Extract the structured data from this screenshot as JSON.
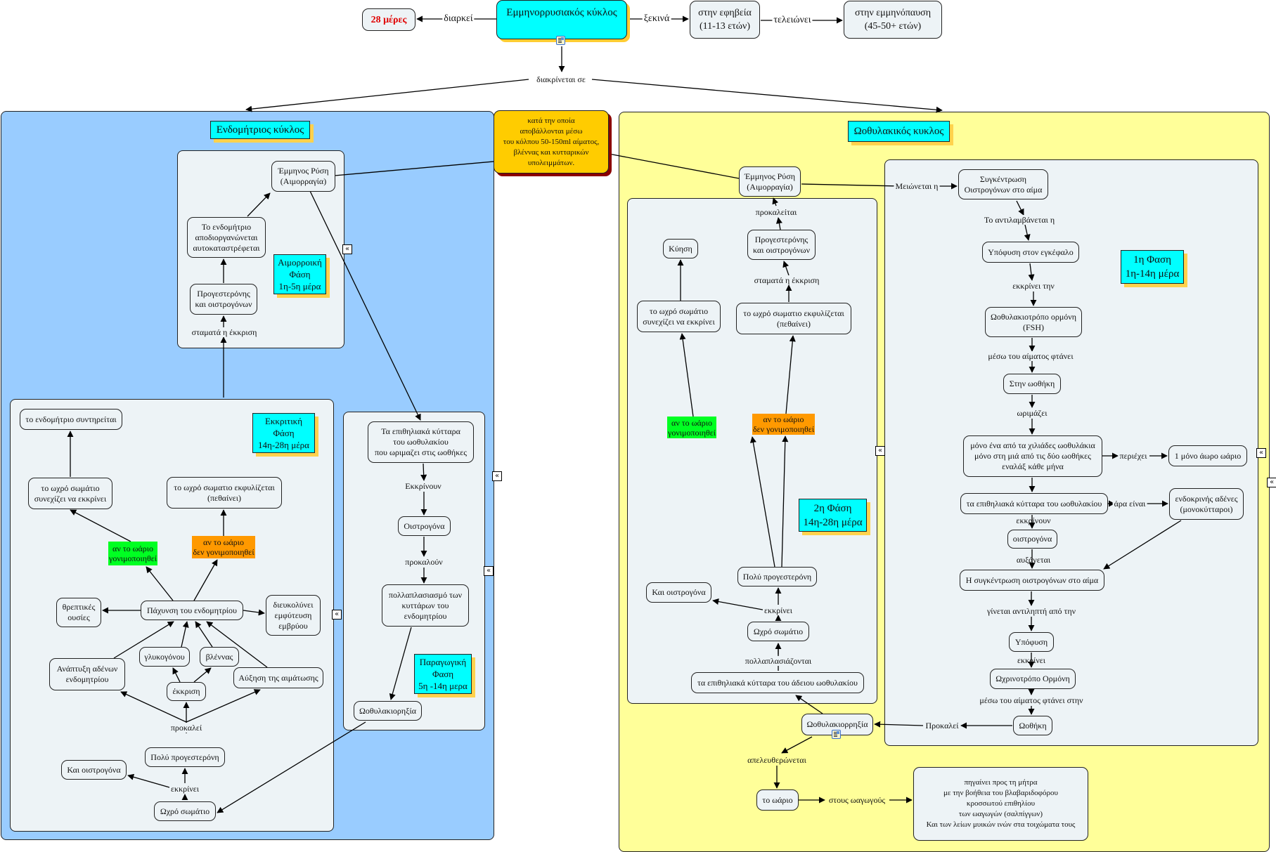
{
  "top": {
    "main_concept": "Εμμηνορρυσιακός κύκλος",
    "duration_link": "διαρκεί",
    "duration_value": "28 μέρες",
    "starts_link": "ξεκινά",
    "starts_value": "στην εφηβεία\n(11-13 ετών)",
    "ends_link": "τελειώνει",
    "ends_value": "στην εμμηνόπαυση\n(45-50+ ετών)",
    "divides_link": "διακρίνεται σε",
    "bleeding_note": "κατά την οποία\nαποβάλλονται μέσω\nτου κόλπου 50-150ml αίματος,\nβλέννας και κυτταρικών\nυπολειμμάτων."
  },
  "endometrial": {
    "title": "Ενδομήτριος κύκλος",
    "menstrual_phase": {
      "label": "Αιμορροική\nΦάση\n1η-5η μέρα",
      "menses": "Έμμηνος Ρύση\n(Αιμορραγία)",
      "breakdown": "Το ενδομήτριο\nαποδιοργανώνεται\nαυτοκαταστρέφεται",
      "hormones": "Προγεστερόνης\nκαι οιστρογόνων",
      "stops_link": "σταματά η έκκριση"
    },
    "secretory_phase": {
      "label": "Εκκριτική\nΦάση\n14η-28η μέρα",
      "maintained": "το ενδομήτριο συντηρείται",
      "cl_continues": "το ωχρό σωμάτιο\nσυνεχίζει να εκκρίνει",
      "cl_degenerates": "το ωχρό σωματιο εκφυλίζεται\n(πεθαίνει)",
      "if_fertilized": "αν το ωάριο\nγονιμοποιηθεί",
      "if_not_fertilized": "αν το ωάριο\nδεν γονιμοποιηθεί",
      "thickening": "Πάχυνση του ενδομητρίου",
      "nutrients": "θρεπτικές\nουσίες",
      "implantation": "διευκολύνει\nεμφύτευση\nεμβρύου",
      "glycogen": "γλυκογόνου",
      "mucus": "βλέννας",
      "gland_growth": "Ανάπτυξη αδένων\nενδομητρίου",
      "secretion": "έκκριση",
      "blood_supply": "Αύξηση της αιμάτωσης",
      "causes_link": "προκαλεί",
      "much_progesterone": "Πολύ προγεστερόνη",
      "and_estrogens": "Και οιστρογόνα",
      "secretes_link": "εκκρίνει",
      "corpus_luteum": "Ωχρό σωμάτιο"
    },
    "proliferative_phase": {
      "label": "Παραγωγική\nΦαση\n5η -14η μερα",
      "epithelial_cells": "Τα επιθηλιακά κύτταρα\nτου ωοθυλακίου\nπου ωριμαζει στις ωοθήκες",
      "secrete_link": "Εκκρίνουν",
      "estrogens": "Οιστρογόνα",
      "cause_link": "προκαλούν",
      "multiplication": "πολλαπλασιασμό των\nκυττάρων του\nενδομητρίου",
      "ovulation": "Ωοθυλακιορηξία"
    }
  },
  "follicular": {
    "title": "Ωοθυλακικός κυκλος",
    "menses": "Έμμηνος Ρύση\n(Αιμορραγία)",
    "decreases_link": "Μειώνεται η",
    "phase1": {
      "label": "1η Φαση\n1η-14η μέρα",
      "estrogen_conc": "Συγκέντρωση\nΟιστρογόνων στο αίμα",
      "perceived_link": "Το αντιλαμβάνεται η",
      "pituitary_brain": "Υπόφυση στον εγκέφαλο",
      "secretes_the_link": "εκκρίνει την",
      "fsh": "Ωοθυλακιοτρόπο ορμόνη\n(FSH)",
      "via_blood_link": "μέσω του αίματος φτάνει",
      "to_ovary": "Στην ωοθήκη",
      "matures_link": "ωριμάζει",
      "one_follicle": "μόνο ένα από τα χιλιάδες ωοθυλάκια\nμόνο στη μιά από τις δύο ωοθήκες\nεναλάξ κάθε μήνα",
      "contains_link": "περιέχει",
      "immature_egg": "1 μόνο άωρο ωάριο",
      "follicle_epithelial": "τα επιθηλιακά κύτταρα του ωοθυλακίου",
      "therefore_link": "άρα είναι",
      "endocrine_glands": "ενδοκρινής αδένες\n(μονοκύτταροι)",
      "secrete_link": "εκκρίνουν",
      "estrogens": "οιστρογόνα",
      "increases_link": "αυξάνεται",
      "blood_estrogen": "Η συγκέντρωση οιστρογόνων στο αίμα",
      "perceived_by_link": "γίνεται αντιληπτή από την",
      "pituitary": "Υπόφυση",
      "secretes_link": "εκκρίνει",
      "lh": "Ωχρινοτρόπο Ορμόνη",
      "via_blood_to_link": "μέσω του αίματος φτάνει στην",
      "ovary": "Ωοθήκη",
      "causes_link": "Προκαλεί"
    },
    "phase2": {
      "label": "2η Φάση\n14η-28η μέρα",
      "caused_link": "προκαλείται",
      "hormones": "Προγεστερόνης\nκαι οιστρογόνων",
      "stops_link": "σταματά η έκκριση",
      "pregnancy": "Κύηση",
      "cl_continues": "το ωχρό σωμάτιο\nσυνεχίζει να εκκρίνει",
      "cl_degenerates": "το ωχρό σωματιο εκφυλίζεται\n(πεθαίνει)",
      "if_fertilized": "αν το ωάριο\nγονιμοποιηθεί",
      "if_not_fertilized": "αν το ωάριο\nδεν γονιμοποιηθεί",
      "much_progesterone": "Πολύ προγεστερόνη",
      "and_estrogens": "Και οιστρογόνα",
      "secretes_link": "εκκρίνει",
      "corpus_luteum": "Ωχρό σωμάτιο",
      "multiply_link": "πολλαπλασιάζονται",
      "empty_follicle_cells": "τα επιθηλιακά κύτταρα του άδειου ωοθυλακίου"
    },
    "ovulation": "Ωοθυλακιορρηξία",
    "released_link": "απελευθερώνεται",
    "egg": "το ωάριο",
    "to_tubes_link": "στους ωαγωγούς",
    "tube_transport": "πηγαίνει προς τη μήτρα\nμε την βοήθεια του βλαβαριδοφόρου\nκροσσωτού επιθηλίου\nτων ωαγωγών (σαλπίγγων)\nΚαι των λείων μυικών ινών στα τοιχώματα τους"
  },
  "colors": {
    "endometrial_panel": "#99ccff",
    "follicular_panel": "#ffff99",
    "subpanel": "#edf3f6",
    "title_box": "#00ffff",
    "note_box": "#ffcc00",
    "fertilized": "#00ff22",
    "not_fertilized": "#ff9900",
    "duration_text": "#e00000"
  },
  "icons": {
    "collapse": "«",
    "note": "note-icon"
  }
}
